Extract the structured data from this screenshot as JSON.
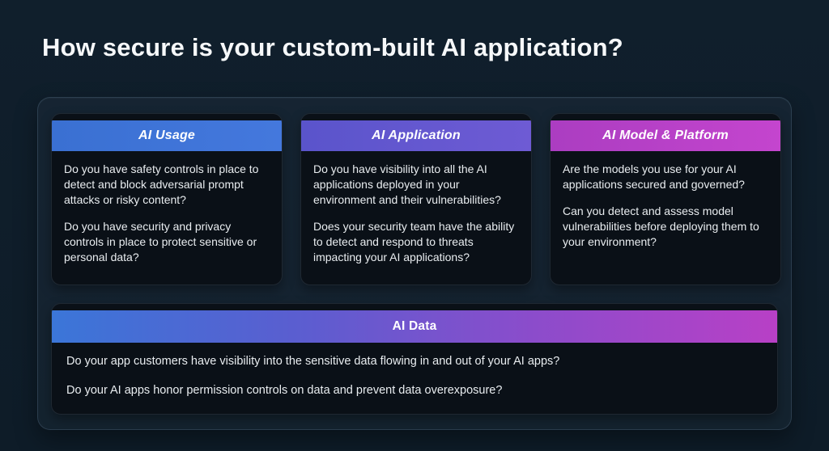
{
  "title": "How secure is your custom-built AI application?",
  "colors": {
    "page_background": "#0f1e2a",
    "panel_background": "#17262f",
    "card_background": "#0a1017",
    "header_text": "#ffffff",
    "body_text": "#e9edf0",
    "accent_blue": "#3b72d4",
    "accent_violet": "#5e5ccd",
    "accent_magenta": "#bb44c8"
  },
  "gradients": {
    "usage": [
      "#3a70d2",
      "#4478dd"
    ],
    "application": [
      "#5a54cb",
      "#6e5bd4"
    ],
    "model": [
      "#ab3dc1",
      "#c445ce"
    ],
    "data": [
      "#3b76d8",
      "#5a5ed0",
      "#8c4ccb",
      "#b840c6"
    ]
  },
  "cards": [
    {
      "label": "AI Usage",
      "paragraphs": [
        "Do you have safety controls in place to detect and block adversarial prompt attacks or risky content?",
        "Do you have security and privacy controls in place to protect sensitive or personal data?"
      ]
    },
    {
      "label": "AI Application",
      "paragraphs": [
        "Do you have visibility into all the AI applications deployed in your environment and their vulnerabilities?",
        "Does your security team have the ability to detect and respond to threats impacting your AI applications?"
      ]
    },
    {
      "label": "AI Model & Platform",
      "paragraphs": [
        "Are the models you use for your AI applications secured and governed?",
        "Can you detect and assess model vulnerabilities before deploying them to your environment?"
      ]
    }
  ],
  "data_card": {
    "label": "AI Data",
    "paragraphs": [
      "Do your app customers have visibility into the sensitive data flowing in and out of your AI apps?",
      "Do your AI apps honor permission controls on data and prevent data overexposure?"
    ]
  }
}
